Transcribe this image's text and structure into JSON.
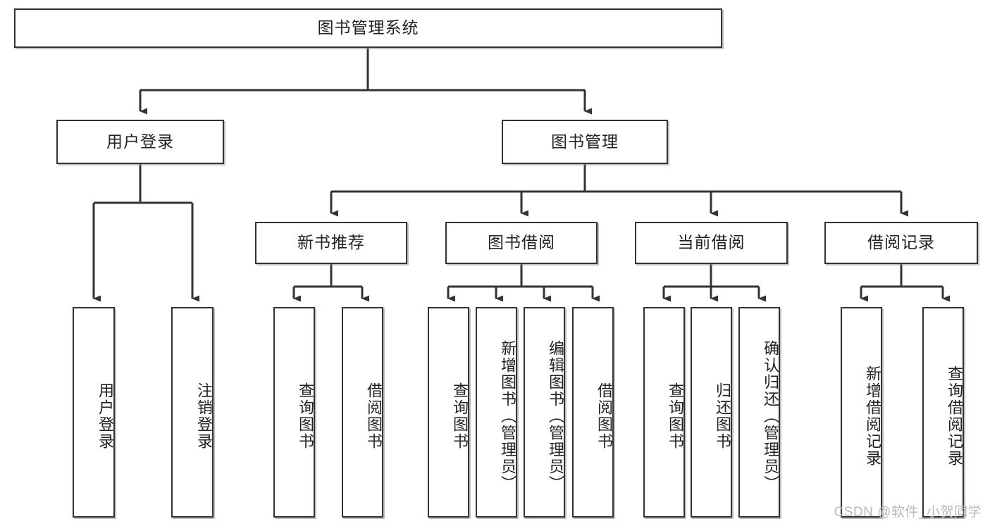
{
  "diagram": {
    "title": "图书管理系统",
    "type": "tree",
    "watermark": "CSDN @软件_小贺同学",
    "colors": {
      "box_border": "#333333",
      "box_fill": "#ffffff",
      "connector": "#333333",
      "text": "#222222",
      "watermark": "#b9b9b9"
    },
    "levels": {
      "level0": "root",
      "level1": "modules",
      "level2": "submodules",
      "level3": "operations"
    },
    "nodes": {
      "root": {
        "label": "图书管理系统"
      },
      "user_login": {
        "label": "用户登录"
      },
      "book_manage": {
        "label": "图书管理"
      },
      "new_book_rec": {
        "label": "新书推荐"
      },
      "book_borrow": {
        "label": "图书借阅"
      },
      "current_borrow": {
        "label": "当前借阅"
      },
      "borrow_record": {
        "label": "借阅记录"
      },
      "leaf_user_login": {
        "label": "用户登录"
      },
      "leaf_user_logout": {
        "label": "注销登录"
      },
      "leaf_query_book_1": {
        "label": "查询图书"
      },
      "leaf_borrow_book_1": {
        "label": "借阅图书"
      },
      "leaf_query_book_2": {
        "label": "查询图书"
      },
      "leaf_add_book": {
        "label": "新增图书（管理员）"
      },
      "leaf_edit_book": {
        "label": "编辑图书（管理员）"
      },
      "leaf_borrow_book_2": {
        "label": "借阅图书"
      },
      "leaf_query_book_3": {
        "label": "查询图书"
      },
      "leaf_return_book": {
        "label": "归还图书"
      },
      "leaf_confirm_return": {
        "label": "确认归还（管理员）"
      },
      "leaf_add_record": {
        "label": "新增借阅记录"
      },
      "leaf_query_record": {
        "label": "查询借阅记录"
      }
    },
    "edges": [
      {
        "from": "root",
        "to": "user_login"
      },
      {
        "from": "root",
        "to": "book_manage"
      },
      {
        "from": "user_login",
        "to": "leaf_user_login"
      },
      {
        "from": "user_login",
        "to": "leaf_user_logout"
      },
      {
        "from": "book_manage",
        "to": "new_book_rec"
      },
      {
        "from": "book_manage",
        "to": "book_borrow"
      },
      {
        "from": "book_manage",
        "to": "current_borrow"
      },
      {
        "from": "book_manage",
        "to": "borrow_record"
      },
      {
        "from": "new_book_rec",
        "to": "leaf_query_book_1"
      },
      {
        "from": "new_book_rec",
        "to": "leaf_borrow_book_1"
      },
      {
        "from": "book_borrow",
        "to": "leaf_query_book_2"
      },
      {
        "from": "book_borrow",
        "to": "leaf_add_book"
      },
      {
        "from": "book_borrow",
        "to": "leaf_edit_book"
      },
      {
        "from": "book_borrow",
        "to": "leaf_borrow_book_2"
      },
      {
        "from": "current_borrow",
        "to": "leaf_query_book_3"
      },
      {
        "from": "current_borrow",
        "to": "leaf_return_book"
      },
      {
        "from": "current_borrow",
        "to": "leaf_confirm_return"
      },
      {
        "from": "borrow_record",
        "to": "leaf_add_record"
      },
      {
        "from": "borrow_record",
        "to": "leaf_query_record"
      }
    ]
  }
}
